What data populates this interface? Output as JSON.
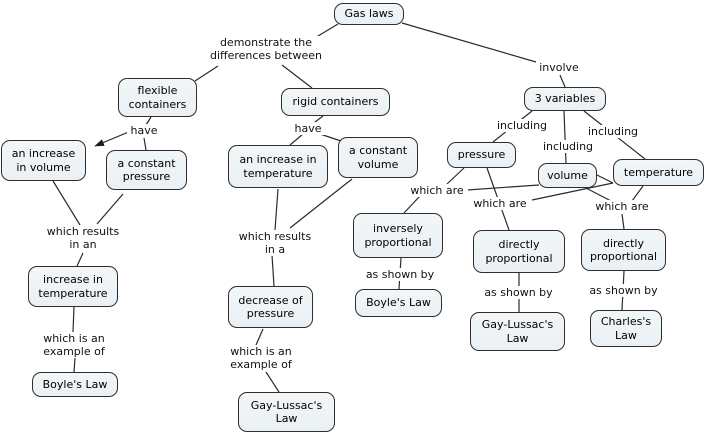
{
  "colors": {
    "background": "#ffffff",
    "node_fill": "#edf2f5",
    "node_border": "#2e2e2e",
    "line": "#2e2e2e",
    "text": "#000000"
  },
  "concepts": [
    {
      "id": "gas-laws",
      "label": "Gas laws"
    },
    {
      "id": "flexible-containers",
      "label": "flexible\ncontainers"
    },
    {
      "id": "rigid-containers",
      "label": "rigid containers"
    },
    {
      "id": "three-variables",
      "label": "3 variables"
    },
    {
      "id": "an-increase-in-volume",
      "label": "an increase\nin volume"
    },
    {
      "id": "a-constant-pressure",
      "label": "a constant\npressure"
    },
    {
      "id": "an-increase-in-temperature",
      "label": "an increase in\ntemperature"
    },
    {
      "id": "a-constant-volume",
      "label": "a constant\nvolume"
    },
    {
      "id": "pressure",
      "label": "pressure"
    },
    {
      "id": "volume",
      "label": "volume"
    },
    {
      "id": "temperature",
      "label": "temperature"
    },
    {
      "id": "increase-in-temperature",
      "label": "increase in\ntemperature"
    },
    {
      "id": "boyles-law-left",
      "label": "Boyle's Law"
    },
    {
      "id": "decrease-of-pressure",
      "label": "decrease of\npressure"
    },
    {
      "id": "gay-lussacs-law-bottom",
      "label": "Gay-Lussac's\nLaw"
    },
    {
      "id": "inversely-proportional",
      "label": "inversely\nproportional"
    },
    {
      "id": "boyles-law-right",
      "label": "Boyle's Law"
    },
    {
      "id": "directly-proportional-pt",
      "label": "directly\nproportional"
    },
    {
      "id": "gay-lussacs-law-right",
      "label": "Gay-Lussac's\nLaw"
    },
    {
      "id": "directly-proportional-vt",
      "label": "directly\nproportional"
    },
    {
      "id": "charless-law",
      "label": "Charles's\nLaw"
    }
  ],
  "linking_phrases": [
    {
      "id": "demonstrate",
      "text": "demonstrate the\ndifferences between"
    },
    {
      "id": "involve",
      "text": "involve"
    },
    {
      "id": "have-left",
      "text": "have"
    },
    {
      "id": "have-right",
      "text": "have"
    },
    {
      "id": "including-left",
      "text": "including"
    },
    {
      "id": "including-middle",
      "text": "including"
    },
    {
      "id": "including-right",
      "text": "including"
    },
    {
      "id": "which-are-left",
      "text": "which are"
    },
    {
      "id": "which-are-middle",
      "text": "which are"
    },
    {
      "id": "which-are-right",
      "text": "which are"
    },
    {
      "id": "which-results-in-an",
      "text": "which results\nin an"
    },
    {
      "id": "which-results-in-a",
      "text": "which results\nin a"
    },
    {
      "id": "which-is-an-example-of-left",
      "text": "which is an\nexample of"
    },
    {
      "id": "which-is-an-example-of-middle",
      "text": "which is an\nexample of"
    },
    {
      "id": "as-shown-by-boyle",
      "text": "as shown by"
    },
    {
      "id": "as-shown-by-gay-lussac",
      "text": "as shown by"
    },
    {
      "id": "as-shown-by-charles",
      "text": "as shown by"
    }
  ]
}
